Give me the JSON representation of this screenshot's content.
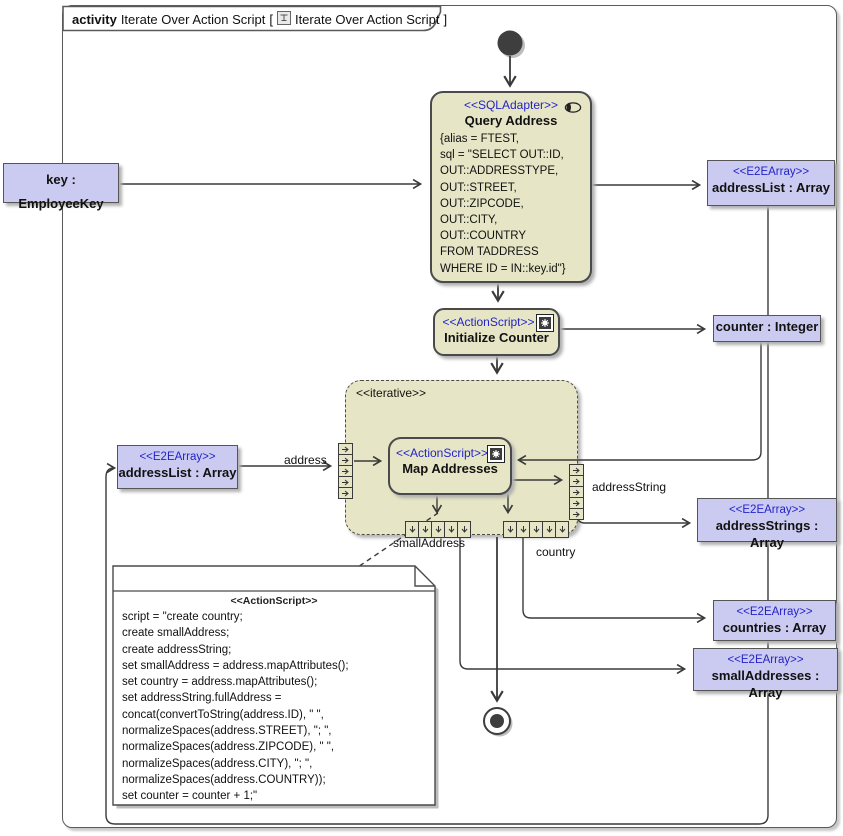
{
  "frame": {
    "keyword": "activity",
    "title": "Iterate Over Action Script",
    "open_bracket": "[",
    "diagram_ref": "Iterate Over Action Script",
    "close_bracket": "]"
  },
  "nodes": {
    "query_address": {
      "stereotype": "<<SQLAdapter>>",
      "name": "Query Address",
      "body": [
        "{alias = FTEST,",
        "sql = \"SELECT OUT::ID,",
        "OUT::ADDRESSTYPE,",
        "OUT::STREET,",
        "OUT::ZIPCODE,",
        "OUT::CITY,",
        "OUT::COUNTRY",
        "FROM TADDRESS",
        "WHERE ID = IN::key.id\"}"
      ]
    },
    "initialize_counter": {
      "stereotype": "<<ActionScript>>",
      "name": "Initialize Counter"
    },
    "map_addresses": {
      "stereotype": "<<ActionScript>>",
      "name": "Map Addresses"
    },
    "iterative_region": {
      "stereotype": "<<iterative>>"
    }
  },
  "object_nodes": {
    "key": {
      "name": "key : EmployeeKey"
    },
    "address_list_out": {
      "stereotype": "<<E2EArray>>",
      "name": "addressList : Array"
    },
    "counter": {
      "name": "counter : Integer"
    },
    "address_list_in": {
      "stereotype": "<<E2EArray>>",
      "name": "addressList : Array"
    },
    "address_strings": {
      "stereotype": "<<E2EArray>>",
      "name": "addressStrings : Array"
    },
    "countries": {
      "stereotype": "<<E2EArray>>",
      "name": "countries : Array"
    },
    "small_addresses": {
      "stereotype": "<<E2EArray>>",
      "name": "smallAddresses : Array"
    }
  },
  "edge_labels": {
    "address": "address",
    "address_string": "addressString",
    "small_address": "smallAddress",
    "country": "country"
  },
  "note": {
    "stereotype": "<<ActionScript>>",
    "lines": [
      "script = \"create country;",
      "create smallAddress;",
      "create addressString;",
      "set smallAddress = address.mapAttributes();",
      "set country = address.mapAttributes();",
      "set addressString.fullAddress =",
      "concat(convertToString(address.ID), \" \",",
      "normalizeSpaces(address.STREET), \"; \",",
      "normalizeSpaces(address.ZIPCODE), \" \",",
      "normalizeSpaces(address.CITY), \"; \",",
      "normalizeSpaces(address.COUNTRY));",
      "set counter = counter + 1;\""
    ]
  },
  "colors": {
    "stereotype_blue": "#2323c8",
    "action_fill": "#e6e6c6",
    "object_fill": "#cbcbf1",
    "line": "#3a3a3a"
  }
}
